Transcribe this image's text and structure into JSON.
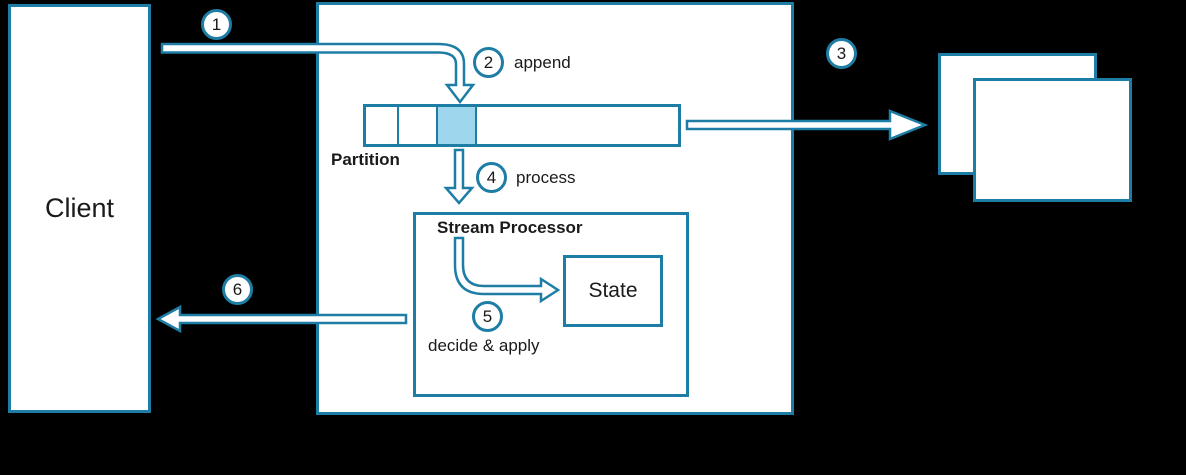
{
  "colors": {
    "accent": "#1e7da5",
    "highlight": "#9ed6ee",
    "canvas": "#000000",
    "node_fill": "#ffffff",
    "text": "#1a1a1a"
  },
  "nodes": {
    "client": {
      "label": "Client"
    },
    "partition": {
      "label": "Partition",
      "cell_count": 4,
      "highlighted_cell_index": 2
    },
    "stream_processor": {
      "label": "Stream Processor"
    },
    "state": {
      "label": "State"
    },
    "stacked_boxes": {
      "count": 2,
      "label": ""
    }
  },
  "steps": [
    {
      "number": "1",
      "label": ""
    },
    {
      "number": "2",
      "label": "append"
    },
    {
      "number": "3",
      "label": ""
    },
    {
      "number": "4",
      "label": "process"
    },
    {
      "number": "5",
      "label": "decide & apply"
    },
    {
      "number": "6",
      "label": ""
    }
  ]
}
